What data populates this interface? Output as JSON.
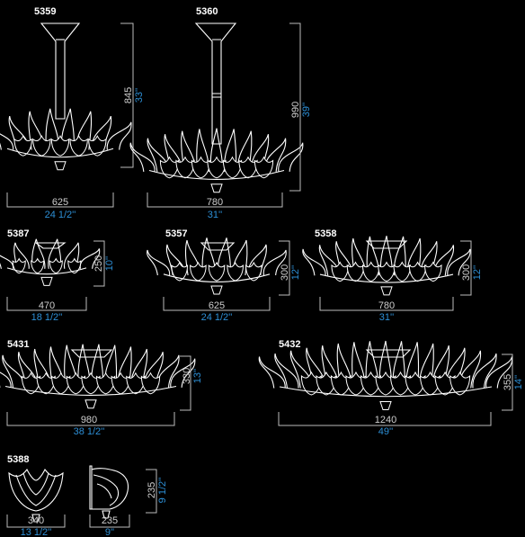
{
  "products": [
    {
      "code": "5359",
      "width_mm": "625",
      "width_in": "24 1/2''",
      "height_mm": "845",
      "height_in": "33''"
    },
    {
      "code": "5360",
      "width_mm": "780",
      "width_in": "31''",
      "height_mm": "990",
      "height_in": "39''"
    },
    {
      "code": "5387",
      "width_mm": "470",
      "width_in": "18 1/2''",
      "height_mm": "250",
      "height_in": "10''"
    },
    {
      "code": "5357",
      "width_mm": "625",
      "width_in": "24 1/2''",
      "height_mm": "300",
      "height_in": "12''"
    },
    {
      "code": "5358",
      "width_mm": "780",
      "width_in": "31''",
      "height_mm": "300",
      "height_in": "12''"
    },
    {
      "code": "5431",
      "width_mm": "980",
      "width_in": "38 1/2''",
      "height_mm": "330",
      "height_in": "13''"
    },
    {
      "code": "5432",
      "width_mm": "1240",
      "width_in": "49''",
      "height_mm": "355",
      "height_in": "14''"
    },
    {
      "code": "5388",
      "width_mm": "340",
      "width_in": "13 1/2''",
      "height_mm": "",
      "height_in": ""
    },
    {
      "code": "",
      "width_mm": "235",
      "width_in": "9''",
      "height_mm": "235",
      "height_in": "9 1/2''"
    }
  ],
  "colors": {
    "background": "#000000",
    "text": "#ffffff",
    "imperial": "#2d8fd6",
    "lines": "#bdbdbd"
  }
}
